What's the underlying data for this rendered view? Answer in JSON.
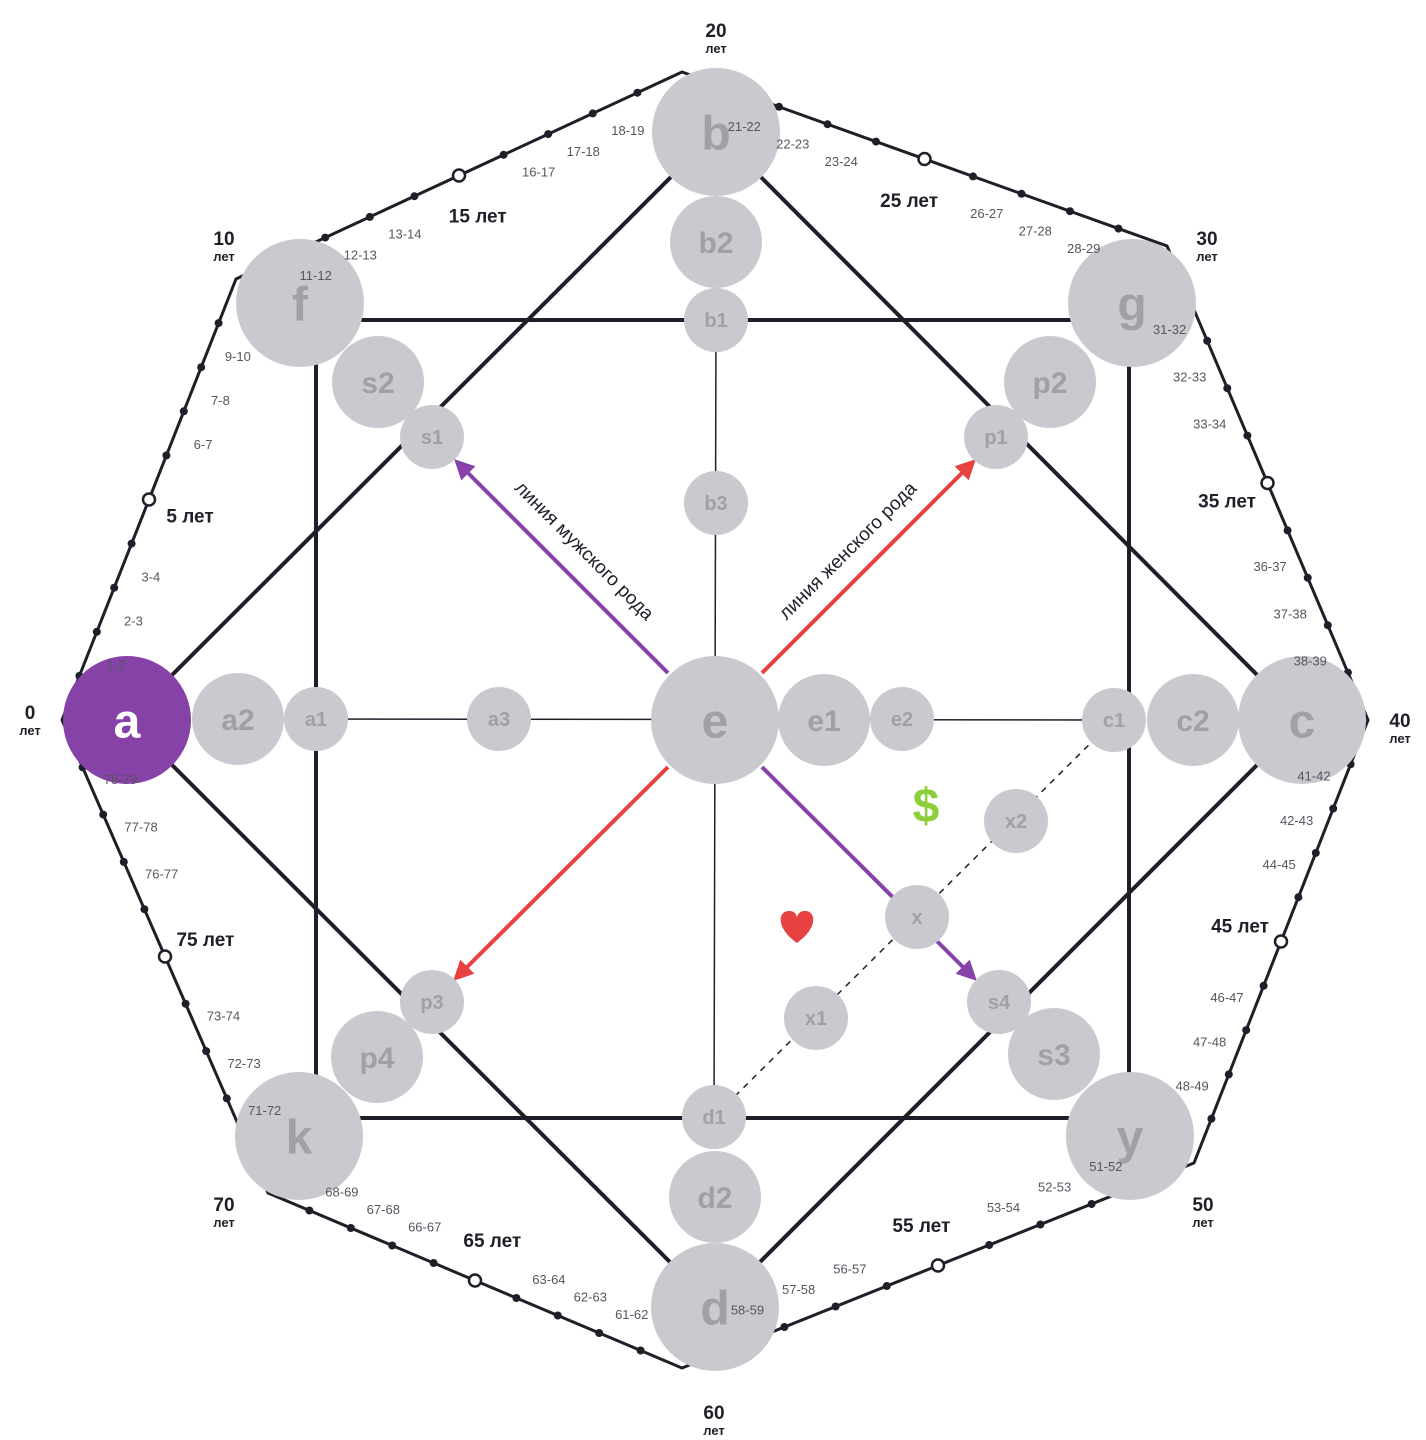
{
  "colors": {
    "node_fill": "#c9c9cf",
    "node_text": "#a0a0a7",
    "active_fill": "#8642a6",
    "line": "#1e1f29",
    "male_line": "#8642a6",
    "female_line": "#e84141",
    "heart": "#e84141",
    "money": "#8ccf3a"
  },
  "icons": {
    "heart": "heart-icon",
    "money": "dollar-icon"
  },
  "money_symbol": "$",
  "line_labels": {
    "male": "линия мужского рода",
    "female": "линия женского рода"
  },
  "nodes": [
    {
      "id": "a",
      "label": "a",
      "size": "large",
      "active": true
    },
    {
      "id": "b",
      "label": "b",
      "size": "large"
    },
    {
      "id": "c",
      "label": "c",
      "size": "large"
    },
    {
      "id": "d",
      "label": "d",
      "size": "large"
    },
    {
      "id": "e",
      "label": "e",
      "size": "large"
    },
    {
      "id": "f",
      "label": "f",
      "size": "large"
    },
    {
      "id": "g",
      "label": "g",
      "size": "large"
    },
    {
      "id": "y",
      "label": "y",
      "size": "large"
    },
    {
      "id": "k",
      "label": "k",
      "size": "large"
    },
    {
      "id": "a2",
      "label": "a2",
      "size": "medium"
    },
    {
      "id": "b2",
      "label": "b2",
      "size": "medium"
    },
    {
      "id": "c2",
      "label": "c2",
      "size": "medium"
    },
    {
      "id": "d2",
      "label": "d2",
      "size": "medium"
    },
    {
      "id": "e1",
      "label": "e1",
      "size": "medium"
    },
    {
      "id": "s2",
      "label": "s2",
      "size": "medium"
    },
    {
      "id": "p2",
      "label": "p2",
      "size": "medium"
    },
    {
      "id": "s3",
      "label": "s3",
      "size": "medium"
    },
    {
      "id": "p4",
      "label": "p4",
      "size": "medium"
    },
    {
      "id": "a1",
      "label": "a1",
      "size": "small"
    },
    {
      "id": "a3",
      "label": "a3",
      "size": "small"
    },
    {
      "id": "b1",
      "label": "b1",
      "size": "small"
    },
    {
      "id": "b3",
      "label": "b3",
      "size": "small"
    },
    {
      "id": "c1",
      "label": "c1",
      "size": "small"
    },
    {
      "id": "d1",
      "label": "d1",
      "size": "small"
    },
    {
      "id": "e2",
      "label": "e2",
      "size": "small"
    },
    {
      "id": "s1",
      "label": "s1",
      "size": "small"
    },
    {
      "id": "p1",
      "label": "p1",
      "size": "small"
    },
    {
      "id": "p3",
      "label": "p3",
      "size": "small"
    },
    {
      "id": "s4",
      "label": "s4",
      "size": "small"
    },
    {
      "id": "x",
      "label": "x",
      "size": "small"
    },
    {
      "id": "x1",
      "label": "x1",
      "size": "small"
    },
    {
      "id": "x2",
      "label": "x2",
      "size": "small"
    }
  ],
  "decade_labels": [
    {
      "id": "0",
      "value": "0",
      "unit": "лет"
    },
    {
      "id": "10",
      "value": "10",
      "unit": "лет"
    },
    {
      "id": "20",
      "value": "20",
      "unit": "лет"
    },
    {
      "id": "30",
      "value": "30",
      "unit": "лет"
    },
    {
      "id": "40",
      "value": "40",
      "unit": "лет"
    },
    {
      "id": "50",
      "value": "50",
      "unit": "лет"
    },
    {
      "id": "60",
      "value": "60",
      "unit": "лет"
    },
    {
      "id": "70",
      "value": "70",
      "unit": "лет"
    }
  ],
  "five_year_labels": [
    "5 лет",
    "15 лет",
    "25 лет",
    "35 лет",
    "45 лет",
    "55 лет",
    "65 лет",
    "75 лет"
  ],
  "age_range_labels": {
    "s0": [
      "1-2",
      "2-3",
      "3-4"
    ],
    "s1": [
      "6-7",
      "7-8",
      "9-10"
    ],
    "s2": [
      "11-12",
      "12-13",
      "13-14"
    ],
    "s3": [
      "16-17",
      "17-18",
      "18-19"
    ],
    "s4": [
      "21-22",
      "22-23",
      "23-24"
    ],
    "s5": [
      "26-27",
      "27-28",
      "28-29"
    ],
    "s6": [
      "31-32",
      "32-33",
      "33-34"
    ],
    "s7": [
      "36-37",
      "37-38",
      "38-39"
    ],
    "s8": [
      "41-42",
      "42-43",
      "44-45"
    ],
    "s9": [
      "46-47",
      "47-48",
      "48-49"
    ],
    "s10": [
      "51-52",
      "52-53",
      "53-54"
    ],
    "s11": [
      "56-57",
      "57-58",
      "58-59"
    ],
    "s12": [
      "61-62",
      "62-63",
      "63-64"
    ],
    "s13": [
      "66-67",
      "67-68",
      "68-69"
    ],
    "s14": [
      "71-72",
      "72-73",
      "73-74"
    ],
    "s15": [
      "76-77",
      "77-78",
      "78-79"
    ]
  }
}
